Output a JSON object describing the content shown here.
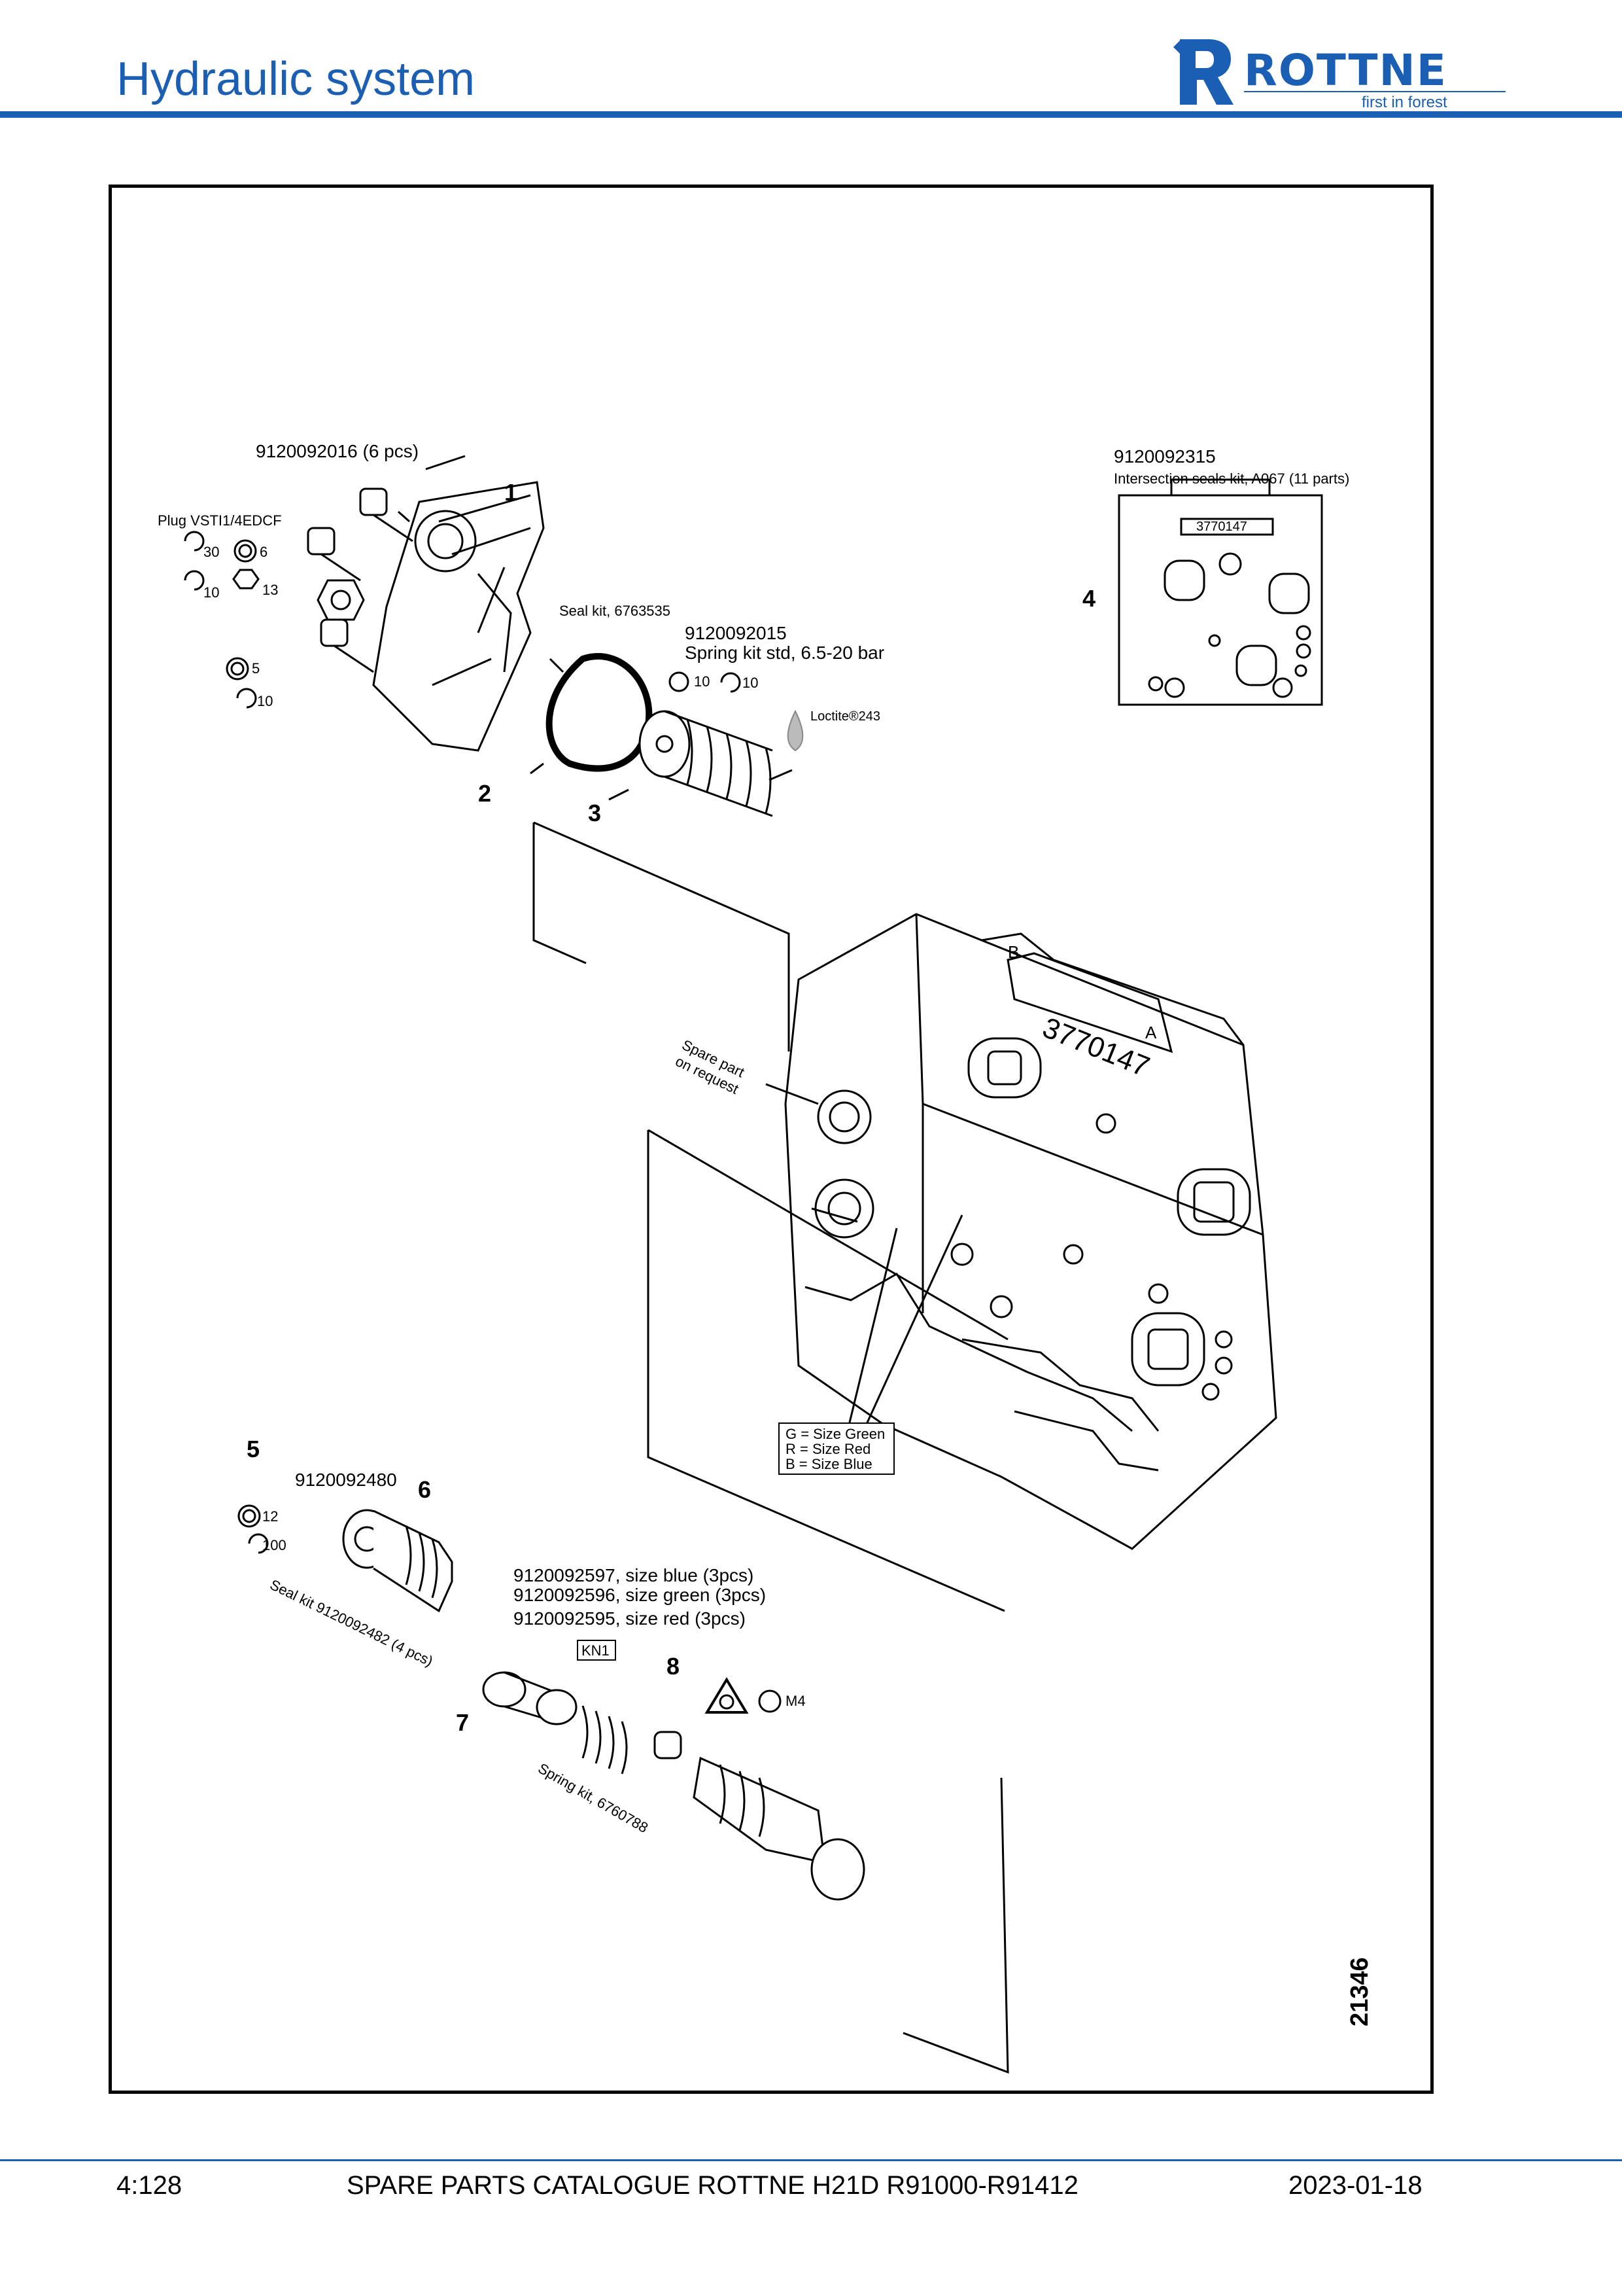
{
  "header": {
    "title": "Hydraulic system",
    "brand": {
      "name": "ROTTNE",
      "tagline": "first in forest",
      "color": "#1a5fb4"
    }
  },
  "diagram": {
    "callouts": [
      "1",
      "2",
      "3",
      "4",
      "5",
      "6",
      "7",
      "8"
    ],
    "labels": {
      "bolts": "9120092016 (6 pcs)",
      "plug": "Plug VSTI1/4EDCF",
      "torque_30": "30",
      "hex_6": "6",
      "torque_10a": "10",
      "hex_13": "13",
      "hex_5": "5",
      "torque_10b": "10",
      "seal_kit_2": "Seal kit, 6763535",
      "spring_kit_no": "9120092015",
      "spring_kit_desc": "Spring kit std, 6.5-20 bar",
      "torx_10": "10",
      "torque_10c": "10",
      "loctite": "Loctite®243",
      "intersection_no": "9120092315",
      "intersection_desc": "Intersection seals kit, A067 (11 parts)",
      "block_number_small": "3770147",
      "block_number_large": "3770147",
      "port_a": "A",
      "port_b": "B",
      "spare_part_1": "Spare part",
      "spare_part_2": "on request",
      "size_g": "G = Size Green",
      "size_r": "R = Size Red",
      "size_b": "B = Size Blue",
      "part_5_no": "9120092480",
      "hex_12": "12",
      "torque_100": "100",
      "seal_kit_5": "Seal kit 9120092482 (4 pcs)",
      "size_blue": "9120092597, size blue (3pcs)",
      "size_green": "9120092596, size green (3pcs)",
      "size_red": "9120092595, size red (3pcs)",
      "kn1": "KN1",
      "m4": "M4",
      "spring_kit_8": "Spring kit, 6760788",
      "figure_no": "21346"
    }
  },
  "footer": {
    "page": "4:128",
    "catalogue": "SPARE PARTS CATALOGUE ROTTNE H21D R91000-R91412",
    "date": "2023-01-18"
  }
}
